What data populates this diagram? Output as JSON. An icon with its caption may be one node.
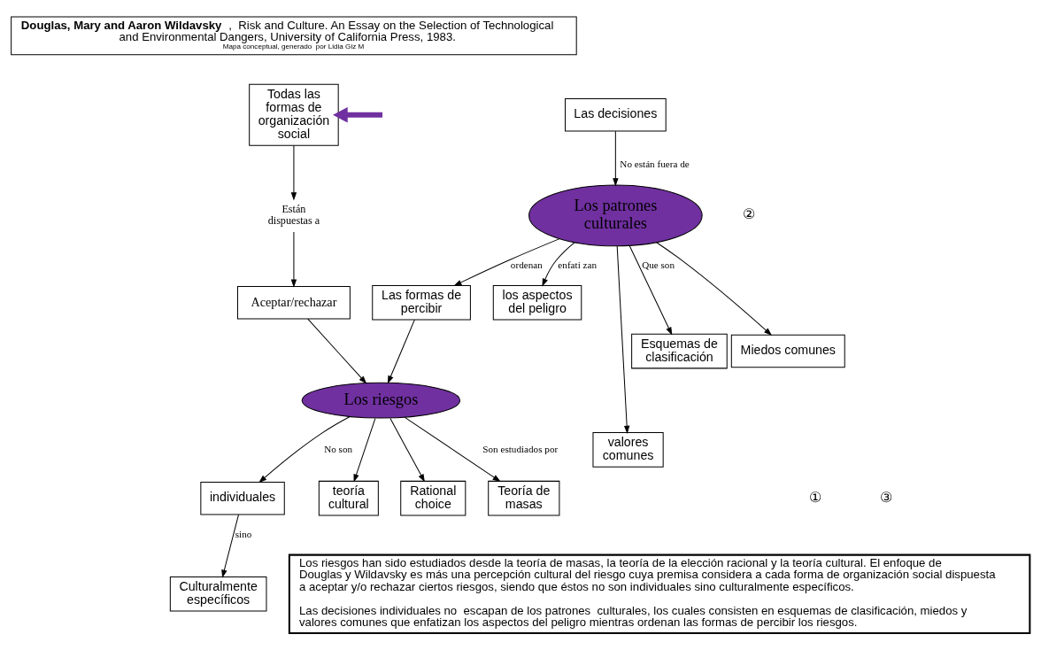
{
  "diagram": {
    "nodes": [
      {
        "text": [
          "**Douglas, Mary and Aaron Wildavsky**,  Risk and Culture. An Essay on the Selection of Technological and Environmental Dangers, University of California Press, 1983.",
          "Mapa conceptual, generado  por Lidia Giz M"
        ]
      },
      {
        "text": [
          "Todas las formas de organización social"
        ]
      },
      {
        "text": [
          "Están dispuestas a"
        ]
      },
      {
        "text": [
          "Aceptar/rechazar"
        ]
      },
      {
        "text": [
          "Los riesgos"
        ]
      },
      {
        "text": [
          "Las decisiones"
        ]
      },
      {
        "text": [
          "individuales"
        ]
      },
      {
        "text": [
          "Culturalmente específicos"
        ]
      },
      {
        "text": [
          "Teoría de masas"
        ]
      },
      {
        "text": [
          "Las formas de percibir"
        ]
      },
      {
        "text": [
          "Los patrones culturales"
        ]
      },
      {
        "text": [
          "los aspectos del peligro"
        ]
      },
      {
        "text": [
          "Rational choice"
        ]
      },
      {
        "text": [
          "teoría cultural"
        ]
      },
      {
        "text": [
          "Miedos comunes"
        ]
      },
      {
        "text": [
          "valores comunes"
        ]
      },
      {
        "text": [
          "Esquemas de clasificación"
        ]
      },
      {
        "text": [
          "Los riesgos han sido estudiados desde la teoría de masas, la teoría de la elección racional y la teoría cultural. El enfoque de Douglas y Wildavsky es más una percepción cultural del riesgo cuya premisa considera a cada forma de organización social dispuesta a aceptar y/o rechazar ciertos riesgos, siendo que éstos no son individuales sino culturalmente específicos.",
          "Las decisiones individuales no  escapan de los patrones  culturales, los cuales consisten en esquemas de clasificación, miedos y valores comunes que enfatizan los aspectos del peligro mientras ordenan las formas de percibir los riesgos."
        ]
      }
    ],
    "edges": [
      {
        "from": null,
        "to": 1,
        "arrow": "to",
        "style": "thick",
        "color": "#7030a0"
      },
      {
        "from": 1,
        "to": 2,
        "arrow": "to"
      },
      {
        "from": 2,
        "to": 3,
        "arrow": "to"
      },
      {
        "from": 3,
        "to": 4,
        "arrow": "to"
      },
      {
        "from": 4,
        "to": 6,
        "arrow": "to",
        "label": "No son"
      },
      {
        "from": 5,
        "to": 10,
        "arrow": "to",
        "label": "No están fuera de"
      },
      {
        "from": 6,
        "to": 7,
        "arrow": "to",
        "label": "sino"
      },
      {
        "from": 4,
        "to": 8,
        "arrow": "to",
        "label": "Son estudiados por"
      },
      {
        "from": 4,
        "to": 12,
        "arrow": "to"
      },
      {
        "from": 4,
        "to": 13,
        "arrow": "to"
      },
      {
        "from": 9,
        "to": 4,
        "arrow": "to"
      },
      {
        "from": 10,
        "to": 9,
        "arrow": "to",
        "label": "ordenan"
      },
      {
        "from": 10,
        "to": 11,
        "arrow": "to",
        "label": "enfati zan"
      },
      {
        "from": 10,
        "to": 14,
        "arrow": "to"
      },
      {
        "from": 10,
        "to": 16,
        "arrow": "to",
        "label": "Que son"
      },
      {
        "from": 10,
        "to": 15,
        "arrow": "to"
      }
    ],
    "labels": [
      "①",
      "②",
      "③"
    ]
  }
}
